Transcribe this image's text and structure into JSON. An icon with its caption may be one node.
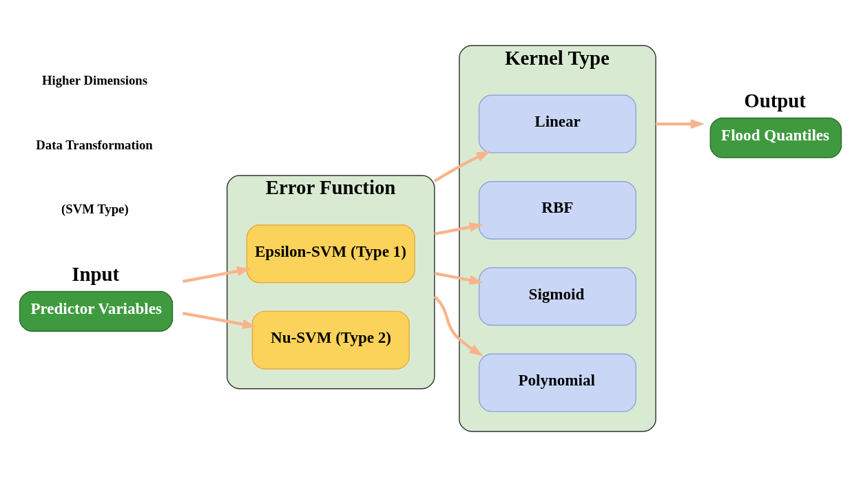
{
  "diagram": {
    "nodes": [
      {
        "text": [
          "Input",
          "Predictor Variables"
        ]
      },
      {
        "text": [
          "Error Function"
        ]
      },
      {
        "text": [
          "Epsilon-SVM (Type 1)"
        ],
        "in": 1
      },
      {
        "text": [
          "Nu-SVM (Type 2)"
        ],
        "in": 1
      },
      {
        "text": [
          "Kernel Type"
        ]
      },
      {
        "text": [
          "Linear"
        ],
        "in": 4
      },
      {
        "text": [
          "RBF"
        ],
        "in": 4
      },
      {
        "text": [
          "Sigmoid"
        ],
        "in": 4
      },
      {
        "text": [
          "Polynomial"
        ],
        "in": 4
      },
      {
        "text": [
          "Output",
          "Flood Quantiles"
        ]
      }
    ],
    "edges": [
      {
        "from": 0,
        "to": 2,
        "arrow": "to"
      },
      {
        "from": 0,
        "to": 3,
        "arrow": "to"
      },
      {
        "from": 1,
        "to": 5,
        "arrow": "to"
      },
      {
        "from": 1,
        "to": 6,
        "arrow": "to"
      },
      {
        "from": 1,
        "to": 7,
        "arrow": "to"
      },
      {
        "from": 1,
        "to": 8,
        "arrow": "to"
      },
      {
        "from": 4,
        "to": 9,
        "arrow": "to"
      }
    ],
    "labels": [
      "(SVM Type)",
      "Data Transformation",
      "Higher Dimensions"
    ]
  }
}
